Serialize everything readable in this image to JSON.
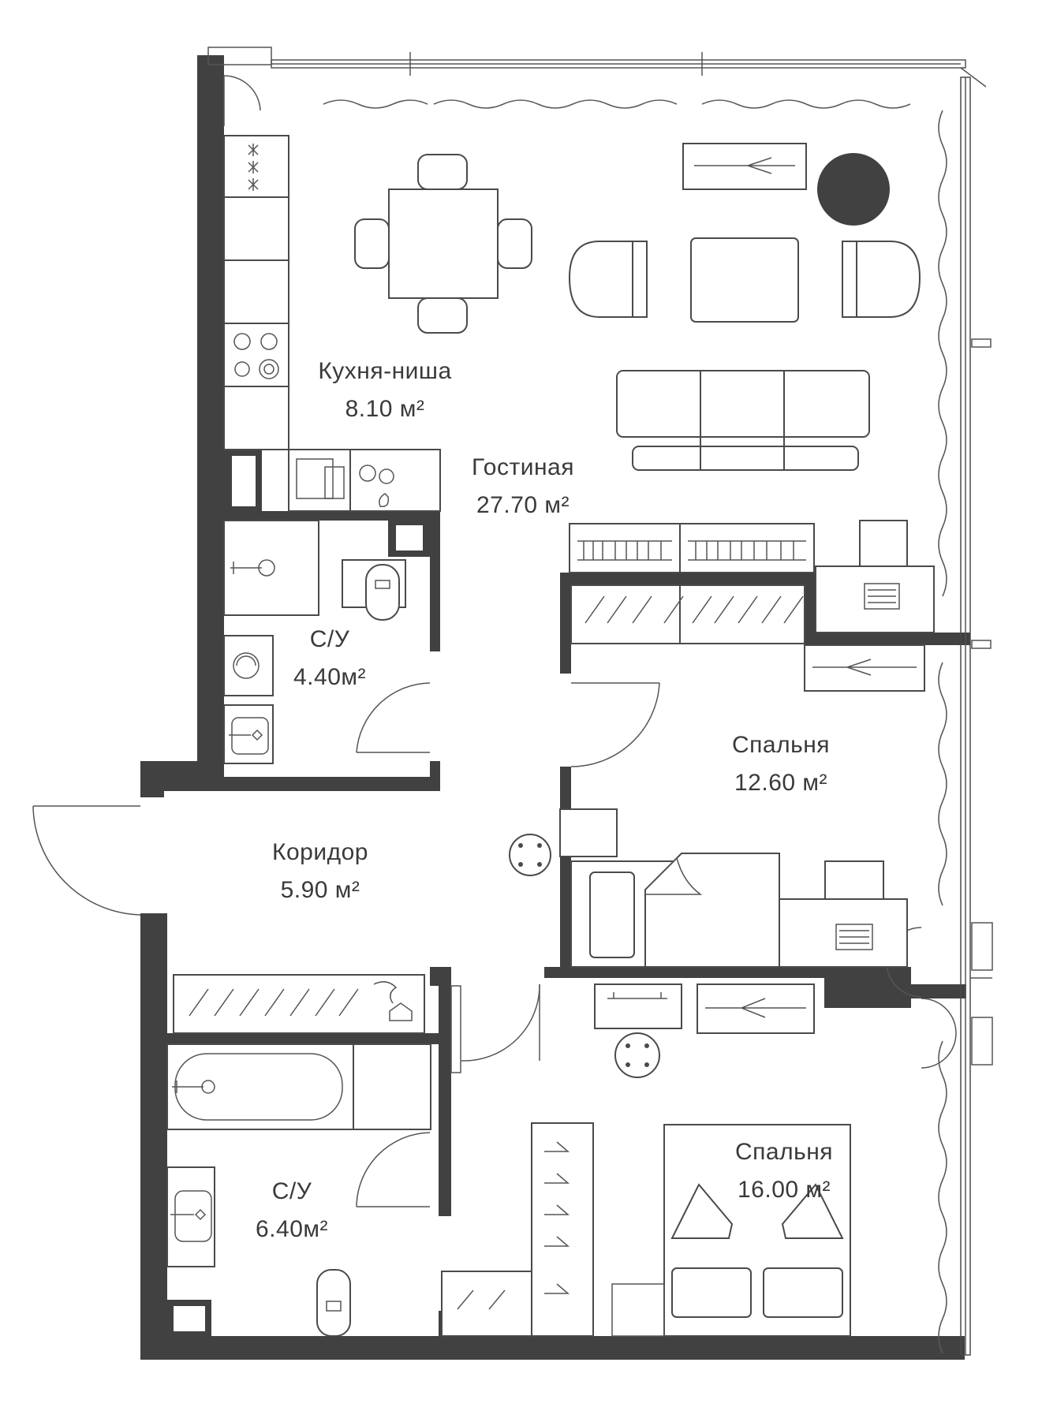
{
  "rooms": [
    {
      "name": "Кухня-ниша",
      "area": "8.10 м²"
    },
    {
      "name": "Гостиная",
      "area": "27.70 м²"
    },
    {
      "name": "С/У",
      "area": "4.40м²"
    },
    {
      "name": "Спальня",
      "area": "12.60 м²"
    },
    {
      "name": "Коридор",
      "area": "5.90 м²"
    },
    {
      "name": "С/У",
      "area": "6.40м²"
    },
    {
      "name": "Спальня",
      "area": "16.00 м²"
    }
  ],
  "colors": {
    "wall": "#414141",
    "line": "#4a4a4a",
    "background": "#ffffff"
  }
}
